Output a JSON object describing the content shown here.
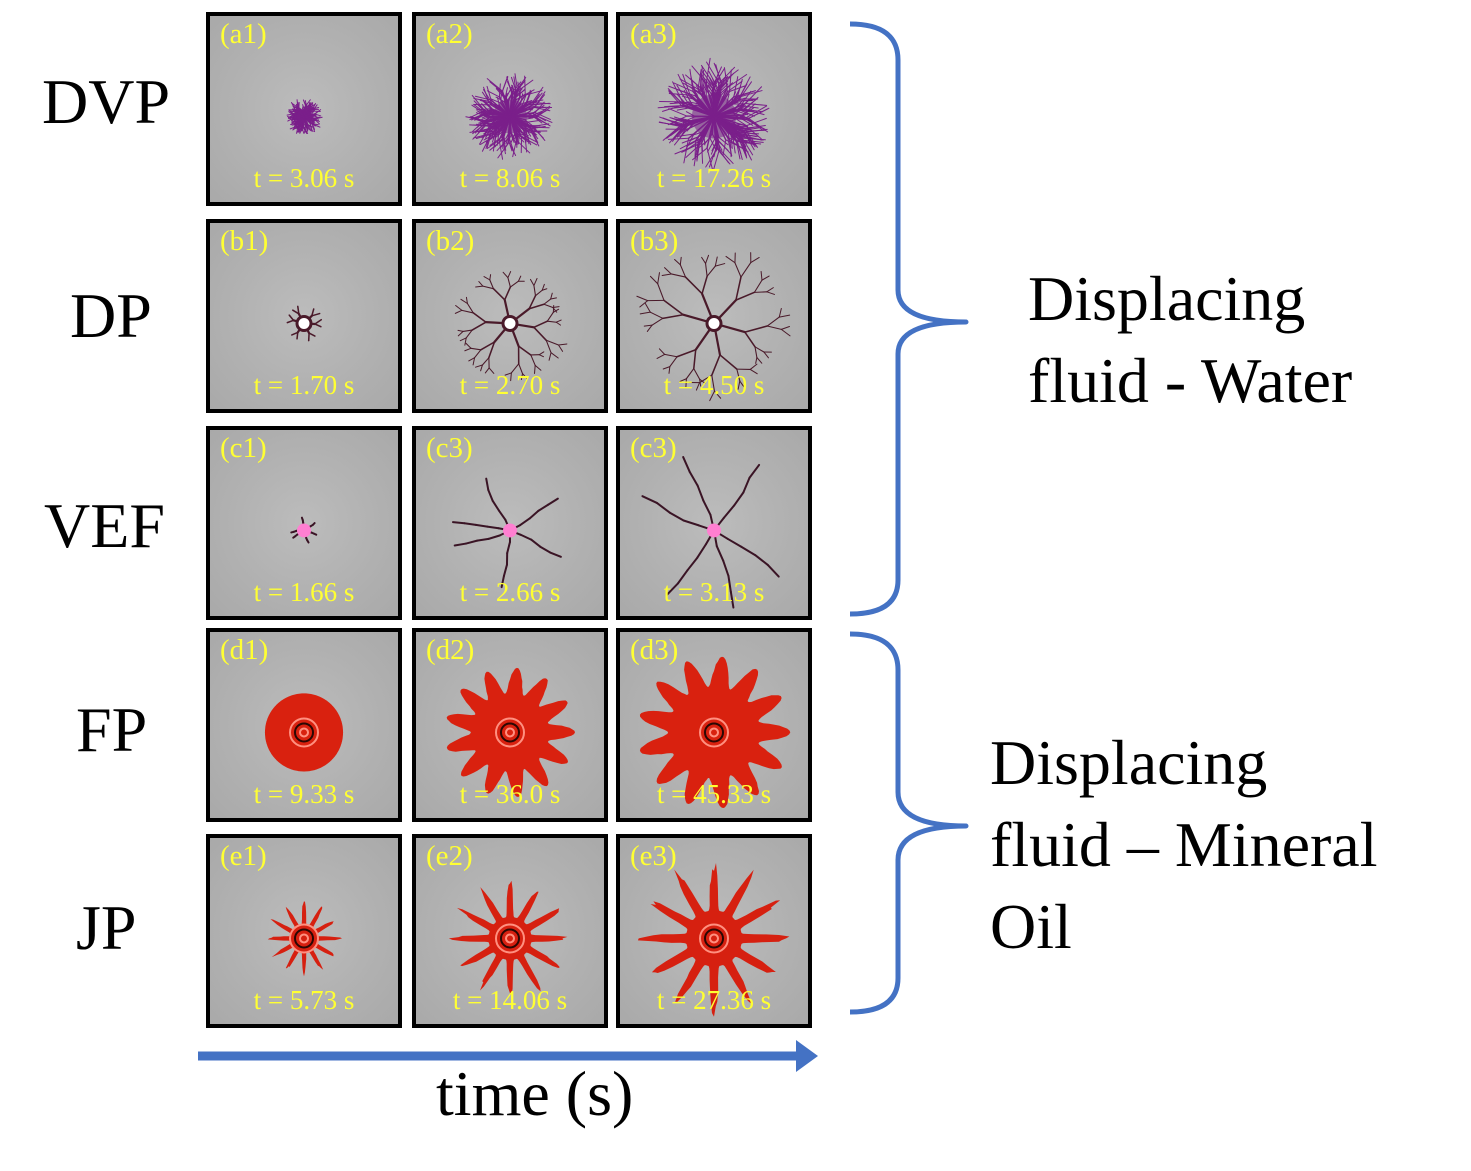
{
  "rows": [
    {
      "label": "DVP",
      "pattern": "viscous-fingering-dense",
      "color": "#7a1f8a",
      "panels": [
        {
          "label": "(a1)",
          "time": "t = 3.06 s",
          "size": 0.22
        },
        {
          "label": "(a2)",
          "time": "t = 8.06 s",
          "size": 0.52
        },
        {
          "label": "(a3)",
          "time": "t = 17.26 s",
          "size": 0.68
        }
      ]
    },
    {
      "label": "DP",
      "pattern": "branched-fingers",
      "color": "#4a1a2a",
      "panels": [
        {
          "label": "(b1)",
          "time": "t = 1.70 s",
          "size": 0.28
        },
        {
          "label": "(b2)",
          "time": "t = 2.70 s",
          "size": 0.62
        },
        {
          "label": "(b3)",
          "time": "t = 4.50 s",
          "size": 0.82
        }
      ]
    },
    {
      "label": "VEF",
      "pattern": "fracture",
      "color": "#3a1425",
      "panels": [
        {
          "label": "(c1)",
          "time": "t = 1.66 s",
          "size": 0.14
        },
        {
          "label": "(c3)",
          "time": "t = 2.66 s",
          "size": 0.62
        },
        {
          "label": "(c3)",
          "time": "t = 3.13 s",
          "size": 0.86
        }
      ]
    },
    {
      "label": "FP",
      "pattern": "flower",
      "color": "#d9210f",
      "panels": [
        {
          "label": "(d1)",
          "time": "t = 9.33 s",
          "size": 0.42
        },
        {
          "label": "(d2)",
          "time": "t = 36.0 s",
          "size": 0.7
        },
        {
          "label": "(d3)",
          "time": "t = 45.33 s",
          "size": 0.82
        }
      ]
    },
    {
      "label": "JP",
      "pattern": "jagged",
      "color": "#d62010",
      "panels": [
        {
          "label": "(e1)",
          "time": "t = 5.73 s",
          "size": 0.42
        },
        {
          "label": "(e2)",
          "time": "t = 14.06 s",
          "size": 0.66
        },
        {
          "label": "(e3)",
          "time": "t = 27.36 s",
          "size": 0.86
        }
      ]
    }
  ],
  "groups": [
    {
      "lines": [
        "Displacing",
        "fluid - Water"
      ]
    },
    {
      "lines": [
        "Displacing",
        "fluid – Mineral",
        "Oil"
      ]
    }
  ],
  "axis": {
    "label": "time (s)",
    "color": "#4472c4"
  },
  "brace_color": "#4472c4",
  "annotation_color": "#ffff33"
}
